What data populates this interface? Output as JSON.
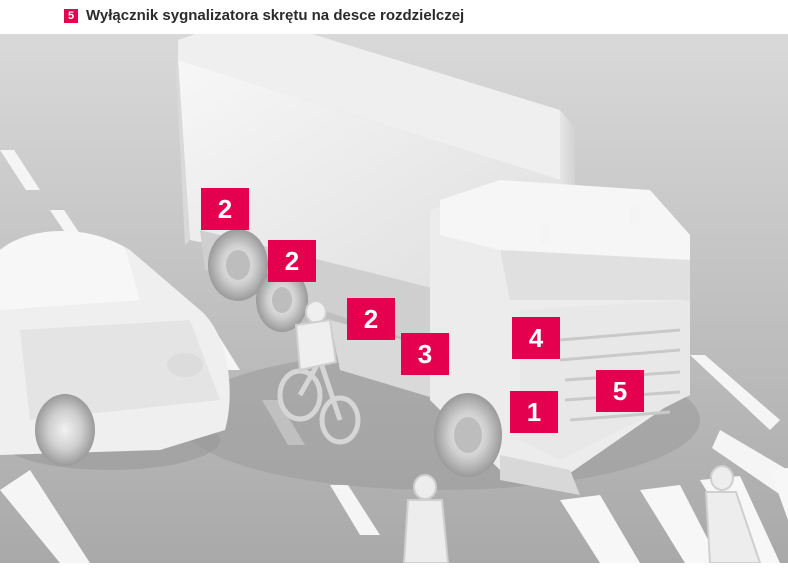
{
  "legend": {
    "badge": "5",
    "text": "Wyłącznik sygnalizatora skrętu na desce rozdzielczej"
  },
  "accent_color": "#e5004f",
  "markers": [
    "2",
    "2",
    "2",
    "3",
    "4",
    "1",
    "5"
  ]
}
